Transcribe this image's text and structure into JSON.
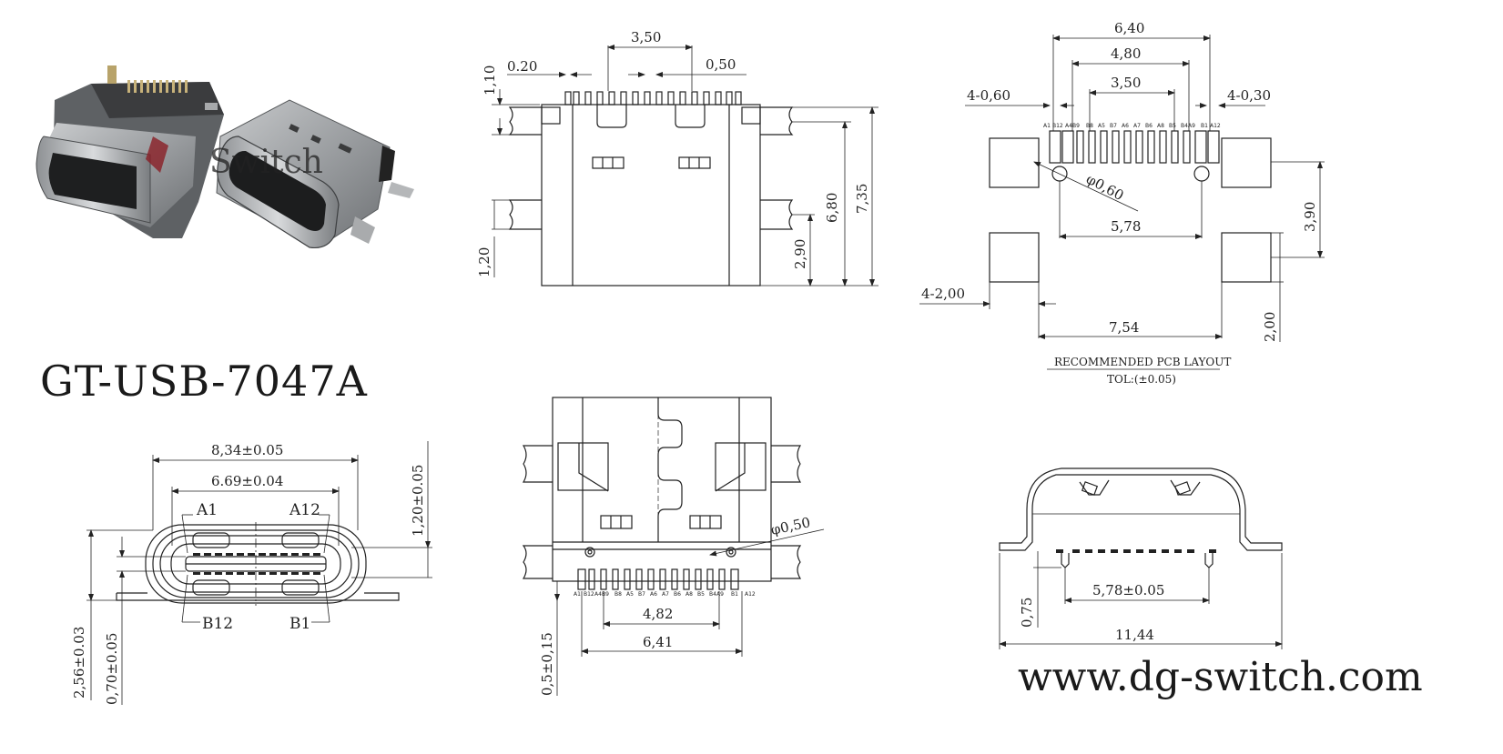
{
  "part_number": "GT-USB-7047A",
  "website": "www.dg-switch.com",
  "photo": {
    "watermark": "Switch"
  },
  "top_view": {
    "dim_pitch_group": "3,50",
    "dim_pin_width": "0.20",
    "dim_pitch": "0,50",
    "dim_tab_top": "1,10",
    "dim_tab_lower": "1,20",
    "dim_height_inner": "6,80",
    "dim_height_total": "7,35",
    "dim_lower_tab": "2,90"
  },
  "pcb_layout": {
    "dim_total_width": "6,40",
    "dim_inner_width": "4,80",
    "dim_mid_width": "3,50",
    "dim_pad_left": "4-0,60",
    "dim_pad_right": "4-0,30",
    "dim_hole_dia": "φ0,60",
    "dim_hole_span": "5,78",
    "dim_pad_pitch_v": "3,90",
    "dim_pad_large": "4-2,00",
    "dim_pad_span": "7,54",
    "dim_pad_height": "2,00",
    "pin_labels": [
      "A1",
      "B12",
      "A4",
      "B9",
      "B8",
      "A5",
      "B7",
      "A6",
      "A7",
      "B6",
      "A8",
      "B5",
      "B4",
      "A9",
      "B1",
      "A12"
    ],
    "title": "RECOMMENDED PCB LAYOUT",
    "tolerance": "TOL:(±0.05)"
  },
  "front_view": {
    "dim_outer_width": "8,34±0.05",
    "dim_inner_width": "6.69±0.04",
    "dim_height_top": "1,20±0.05",
    "dim_total_height": "2,56±0.03",
    "dim_tongue": "0,70±0.05",
    "label_a1": "A1",
    "label_a12": "A12",
    "label_b12": "B12",
    "label_b1": "B1"
  },
  "bottom_view": {
    "dim_hole": "φ0,50",
    "dim_pin_span_inner": "4,82",
    "dim_pin_span_outer": "6,41",
    "dim_standoff": "0,5±0,15",
    "pin_labels": [
      "A1",
      "B12",
      "A4",
      "B9",
      "B8",
      "A5",
      "B7",
      "A6",
      "A7",
      "B6",
      "A8",
      "B5",
      "B4",
      "A9",
      "B1",
      "A12"
    ]
  },
  "side_view": {
    "dim_post_span": "5,78±0.05",
    "dim_height": "0,75",
    "dim_total_length": "11,44"
  }
}
